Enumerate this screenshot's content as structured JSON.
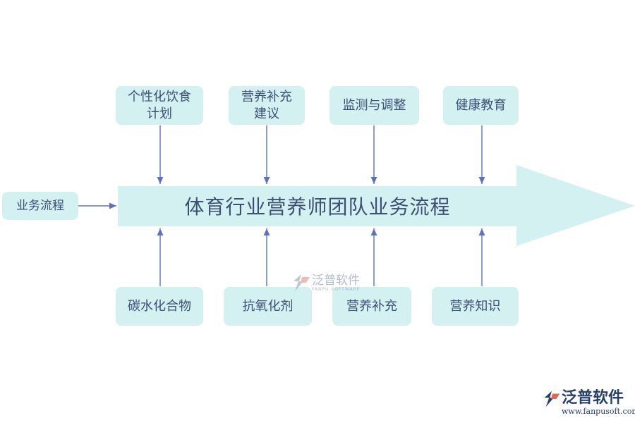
{
  "main_title": "体育行业营养师团队业务流程",
  "side_label": "业务流程",
  "top_boxes": [
    "个性化饮食\n计划",
    "营养补充\n建议",
    "监测与调整",
    "健康教育"
  ],
  "bottom_boxes": [
    "碳水化合物",
    "抗氧化剂",
    "营养补充",
    "营养知识"
  ],
  "watermark": {
    "name": "泛普软件",
    "sub": "FANPU SOFTWARE",
    "url": "www.fanpusoft.com"
  },
  "colors": {
    "arrow_fill": "#d3f1f0",
    "box_fill": "#d3f1f0",
    "connector": "#5b72c2",
    "text": "#3e4f74"
  }
}
